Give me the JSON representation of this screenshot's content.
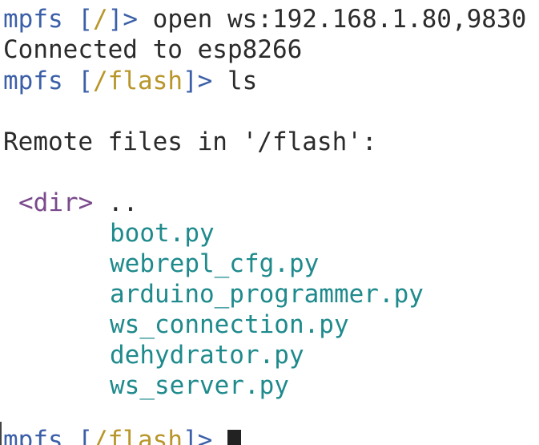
{
  "terminal": {
    "line1": {
      "prompt_name": "mpfs",
      "open_bracket": "[",
      "path": "/",
      "close_bracket": "]>",
      "command": "open ws:192.168.1.80,9830"
    },
    "line2": {
      "text": "Connected to esp8266"
    },
    "line3": {
      "prompt_name": "mpfs",
      "open_bracket": "[",
      "path": "/flash",
      "close_bracket": "]>",
      "command": "ls"
    },
    "line4": {
      "text": "Remote files in '/flash':"
    },
    "dir_entry": {
      "tag": "<dir>",
      "name": ".."
    },
    "files": [
      "boot.py",
      "webrepl_cfg.py",
      "arduino_programmer.py",
      "ws_connection.py",
      "dehydrator.py",
      "ws_server.py"
    ],
    "last_prompt": {
      "prompt_name": "mpfs",
      "open_bracket": "[",
      "path": "/flash",
      "close_bracket": "]>"
    }
  },
  "colors": {
    "prompt": "#3b5fa8",
    "path": "#b8962a",
    "dir_tag": "#7a4a8c",
    "file": "#1f8a8c",
    "text": "#2b2b2b"
  }
}
